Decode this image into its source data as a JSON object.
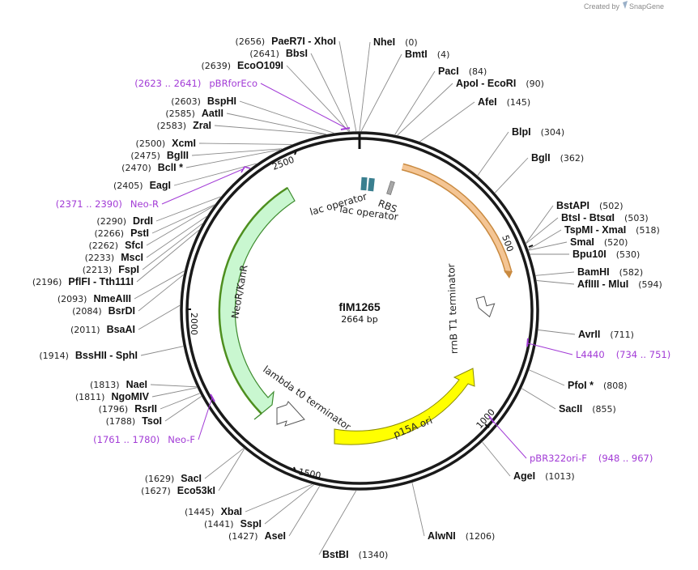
{
  "branding": {
    "credit_prefix": "Created by",
    "credit_brand": "SnapGene"
  },
  "plasmid": {
    "name": "fIM1265",
    "length_label": "2664 bp",
    "length": 2664
  },
  "ruler": [
    "500",
    "1000",
    "1500",
    "2000",
    "2500"
  ],
  "colors": {
    "primer": "#a23bd6",
    "label_line": "#8a8a8a",
    "backbone": "#1a1a1a"
  },
  "features": [
    {
      "name": "rrnB T1 terminator",
      "kind": "terminator"
    },
    {
      "name": "p15A ori",
      "kind": "rep_origin",
      "color": "#ffff00"
    },
    {
      "name": "lambda t0 terminator",
      "kind": "terminator"
    },
    {
      "name": "NeoR/KanR",
      "kind": "CDS",
      "color": "#c9f7d0"
    },
    {
      "name": "lac operator",
      "kind": "protein_bind",
      "color": "#3a7f8f"
    },
    {
      "name": "lac operator",
      "kind": "protein_bind",
      "color": "#3a7f8f"
    },
    {
      "name": "RBS",
      "kind": "RBS",
      "color": "#9a9a9a"
    },
    {
      "name": "",
      "kind": "misc",
      "color": "#f0b87a"
    }
  ],
  "sites": [
    {
      "name": "NheI",
      "pos": "(0)"
    },
    {
      "name": "BmtI",
      "pos": "(4)"
    },
    {
      "name": "PacI",
      "pos": "(84)"
    },
    {
      "name": "ApoI  -  EcoRI",
      "pos": "(90)"
    },
    {
      "name": "AfeI",
      "pos": "(145)"
    },
    {
      "name": "BlpI",
      "pos": "(304)"
    },
    {
      "name": "BglI",
      "pos": "(362)"
    },
    {
      "name": "BstAPI",
      "pos": "(502)"
    },
    {
      "name": "BtsI  -  BtsαI",
      "pos": "(503)"
    },
    {
      "name": "TspMI  -  XmaI",
      "pos": "(518)"
    },
    {
      "name": "SmaI",
      "pos": "(520)"
    },
    {
      "name": "Bpu10I",
      "pos": "(530)"
    },
    {
      "name": "BamHI",
      "pos": "(582)"
    },
    {
      "name": "AflIII  -  MluI",
      "pos": "(594)"
    },
    {
      "name": "AvrII",
      "pos": "(711)"
    },
    {
      "name": "PfoI *",
      "pos": "(808)"
    },
    {
      "name": "SacII",
      "pos": "(855)"
    },
    {
      "name": "AgeI",
      "pos": "(1013)"
    },
    {
      "name": "AlwNI",
      "pos": "(1206)"
    },
    {
      "name": "BstBI",
      "pos": "(1340)"
    },
    {
      "name": "AseI",
      "pos": "(1427)"
    },
    {
      "name": "SspI",
      "pos": "(1441)"
    },
    {
      "name": "XbaI",
      "pos": "(1445)"
    },
    {
      "name": "Eco53kI",
      "pos": "(1627)"
    },
    {
      "name": "SacI",
      "pos": "(1629)"
    },
    {
      "name": "TsoI",
      "pos": "(1788)"
    },
    {
      "name": "RsrII",
      "pos": "(1796)"
    },
    {
      "name": "NgoMIV",
      "pos": "(1811)"
    },
    {
      "name": "NaeI",
      "pos": "(1813)"
    },
    {
      "name": "BssHII  -  SphI",
      "pos": "(1914)"
    },
    {
      "name": "BsaAI",
      "pos": "(2011)"
    },
    {
      "name": "BsrDI",
      "pos": "(2084)"
    },
    {
      "name": "NmeAIII",
      "pos": "(2093)"
    },
    {
      "name": "PflFI  -  Tth111I",
      "pos": "(2196)"
    },
    {
      "name": "FspI",
      "pos": "(2213)"
    },
    {
      "name": "MscI",
      "pos": "(2233)"
    },
    {
      "name": "SfcI",
      "pos": "(2262)"
    },
    {
      "name": "PstI",
      "pos": "(2266)"
    },
    {
      "name": "DrdI",
      "pos": "(2290)"
    },
    {
      "name": "EagI",
      "pos": "(2405)"
    },
    {
      "name": "BclI *",
      "pos": "(2470)"
    },
    {
      "name": "BglII",
      "pos": "(2475)"
    },
    {
      "name": "XcmI",
      "pos": "(2500)"
    },
    {
      "name": "ZraI",
      "pos": "(2583)"
    },
    {
      "name": "AatII",
      "pos": "(2585)"
    },
    {
      "name": "BspHI",
      "pos": "(2603)"
    },
    {
      "name": "EcoO109I",
      "pos": "(2639)"
    },
    {
      "name": "BbsI",
      "pos": "(2641)"
    },
    {
      "name": "PaeR7I  -  XhoI",
      "pos": "(2656)"
    }
  ],
  "primers": [
    {
      "name": "L4440",
      "range": "(734 .. 751)"
    },
    {
      "name": "pBR322ori-F",
      "range": "(948 .. 967)"
    },
    {
      "name": "Neo-F",
      "range": "(1761 .. 1780)"
    },
    {
      "name": "Neo-R",
      "range": "(2371 .. 2390)"
    },
    {
      "name": "pBRforEco",
      "range": "(2623 .. 2641)"
    }
  ]
}
